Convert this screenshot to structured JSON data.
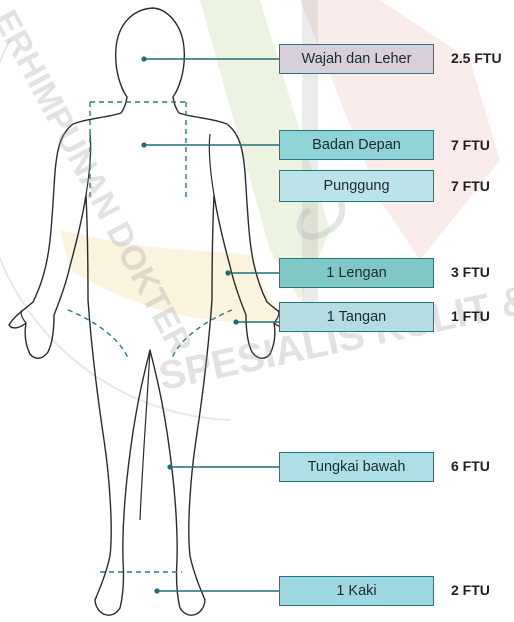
{
  "diagram": {
    "regions": [
      {
        "label": "Wajah dan Leher",
        "value": "2.5 FTU",
        "fill": "#d7cfd9"
      },
      {
        "label": "Badan Depan",
        "value": "7 FTU",
        "fill": "#8fd3d6"
      },
      {
        "label": "Punggung",
        "value": "7 FTU",
        "fill": "#bde3ea"
      },
      {
        "label": "1 Lengan",
        "value": "3 FTU",
        "fill": "#7fc8c6"
      },
      {
        "label": "1 Tangan",
        "value": "1 FTU",
        "fill": "#b4dde3"
      },
      {
        "label": "Tungkai bawah",
        "value": "6 FTU",
        "fill": "#ace0e6"
      },
      {
        "label": "1 Kaki",
        "value": "2 FTU",
        "fill": "#9ed8e0"
      }
    ]
  },
  "watermark": {
    "text_left": "ERHIMPUNAN DOKTER",
    "text_right": "SPESIALIS KULIT &",
    "colors": {
      "green": "#a8c878",
      "red": "#e3a7a0",
      "yellow": "#eed58a"
    }
  },
  "colors": {
    "outline": "#2b2b2b",
    "connector": "#1f6e77",
    "dashed": "#2a7a86",
    "value_text": "#231f20"
  }
}
